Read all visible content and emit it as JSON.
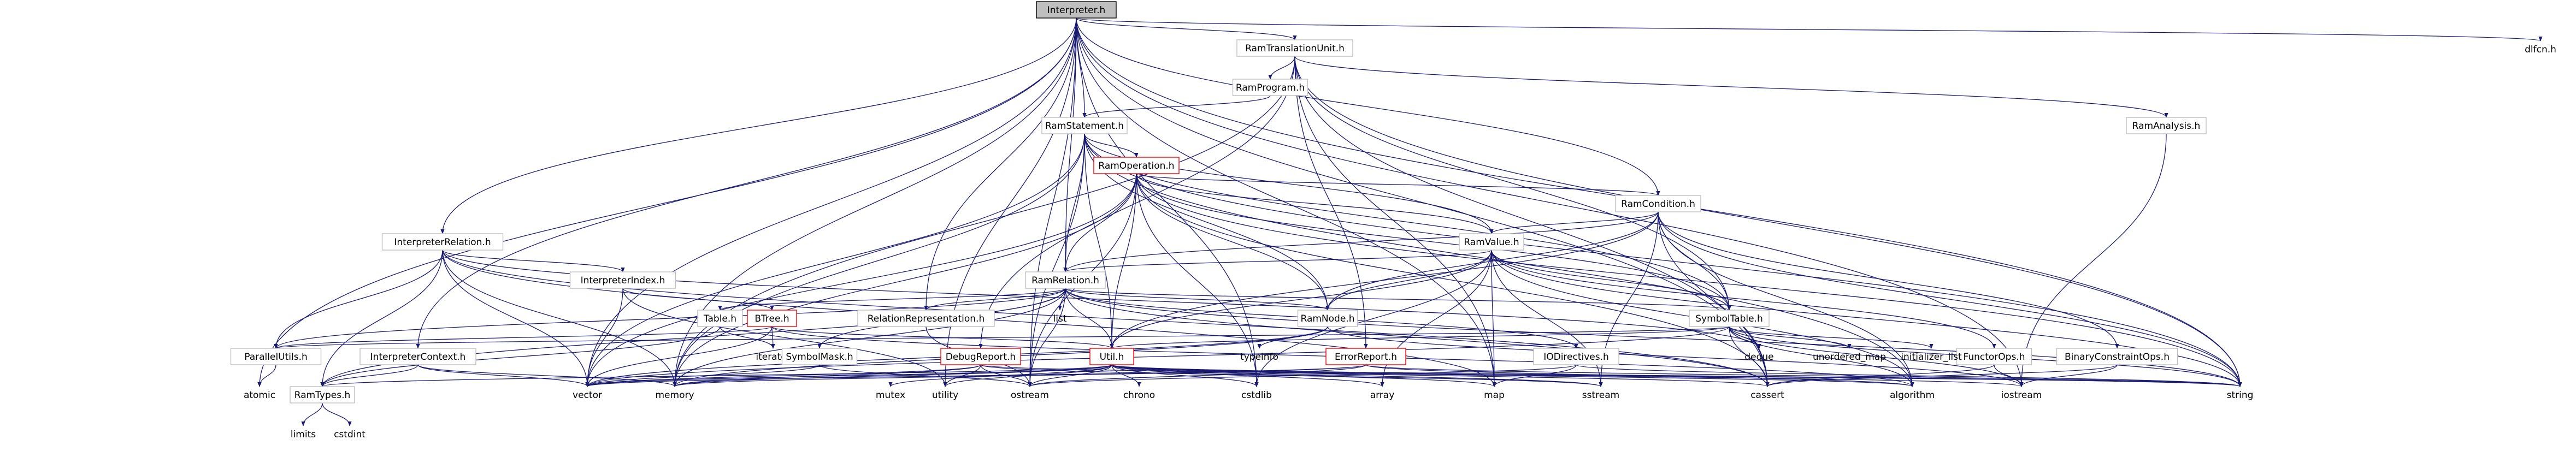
{
  "title": "Interpreter.h",
  "colors": {
    "edge": "#191970",
    "node_border": "#bfbfbf",
    "root_fill": "#bfbfbf",
    "root_border": "#000000",
    "incomplete_border": "#ff0000",
    "text": "#000000"
  },
  "nodes": {
    "interpreter_h": "Interpreter.h",
    "ram_translation_unit_h": "RamTranslationUnit.h",
    "dlfcn_h": "dlfcn.h",
    "ram_program_h": "RamProgram.h",
    "ram_analysis_h": "RamAnalysis.h",
    "ram_statement_h": "RamStatement.h",
    "ram_operation_h": "RamOperation.h",
    "ram_condition_h": "RamCondition.h",
    "interpreter_relation_h": "InterpreterRelation.h",
    "ram_value_h": "RamValue.h",
    "interpreter_index_h": "InterpreterIndex.h",
    "ram_relation_h": "RamRelation.h",
    "ram_node_h": "RamNode.h",
    "symbol_table_h": "SymbolTable.h",
    "table_h": "Table.h",
    "btree_h": "BTree.h",
    "relation_representation_h": "RelationRepresentation.h",
    "list": "list",
    "parallel_utils_h": "ParallelUtils.h",
    "interpreter_context_h": "InterpreterContext.h",
    "iterator": "iterator",
    "symbol_mask_h": "SymbolMask.h",
    "debug_report_h": "DebugReport.h",
    "util_h": "Util.h",
    "typeinfo": "typeinfo",
    "error_report_h": "ErrorReport.h",
    "io_directives_h": "IODirectives.h",
    "functor_ops_h": "FunctorOps.h",
    "binary_constraint_ops_h": "BinaryConstraintOps.h",
    "deque": "deque",
    "unordered_map": "unordered_map",
    "initializer_list": "initializer_list",
    "ram_types_h": "RamTypes.h",
    "atomic": "atomic",
    "vector": "vector",
    "memory": "memory",
    "mutex": "mutex",
    "utility": "utility",
    "ostream": "ostream",
    "chrono": "chrono",
    "cstdlib": "cstdlib",
    "array": "array",
    "map": "map",
    "sstream": "sstream",
    "cassert": "cassert",
    "algorithm": "algorithm",
    "iostream": "iostream",
    "string": "string",
    "limits": "limits",
    "cstdint": "cstdint"
  }
}
